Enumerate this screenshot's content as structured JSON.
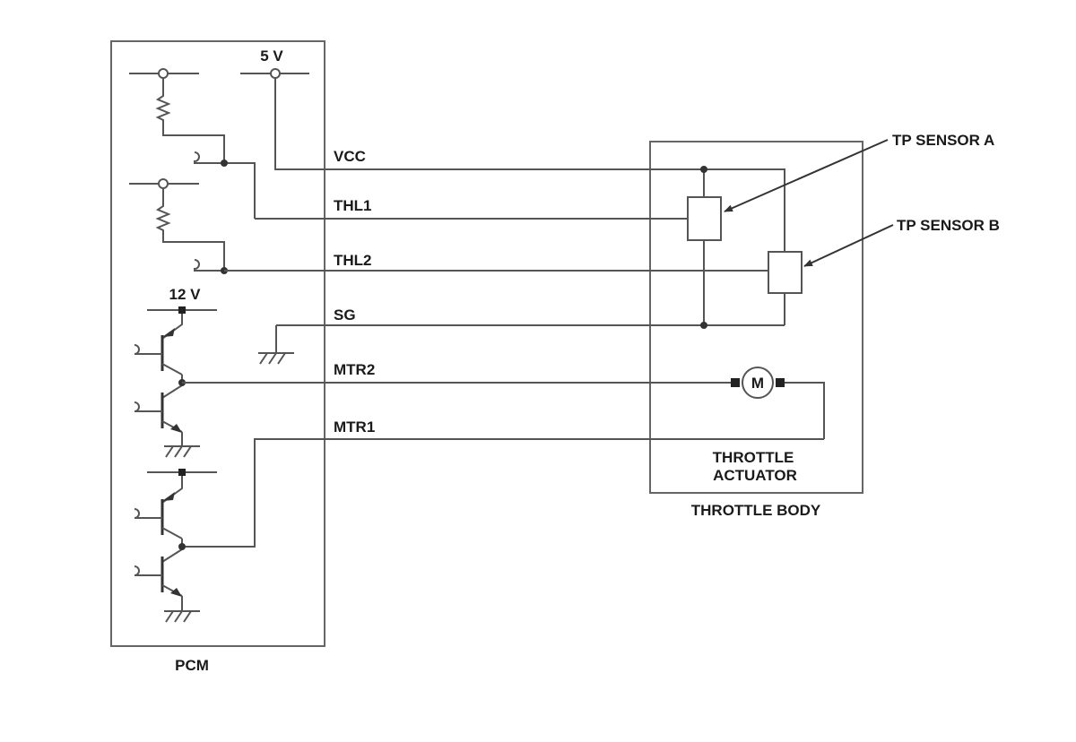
{
  "pcm": {
    "label": "PCM",
    "supply_5v": "5 V",
    "supply_12v": "12 V"
  },
  "signals": {
    "vcc": "VCC",
    "thl1": "THL1",
    "thl2": "THL2",
    "sg": "SG",
    "mtr2": "MTR2",
    "mtr1": "MTR1"
  },
  "throttle_body": {
    "label": "THROTTLE BODY",
    "actuator_line1": "THROTTLE",
    "actuator_line2": "ACTUATOR",
    "motor_symbol": "M",
    "tp_sensor_a": "TP SENSOR A",
    "tp_sensor_b": "TP SENSOR B"
  },
  "colors": {
    "wire": "#555555",
    "text": "#1a1a1a"
  }
}
